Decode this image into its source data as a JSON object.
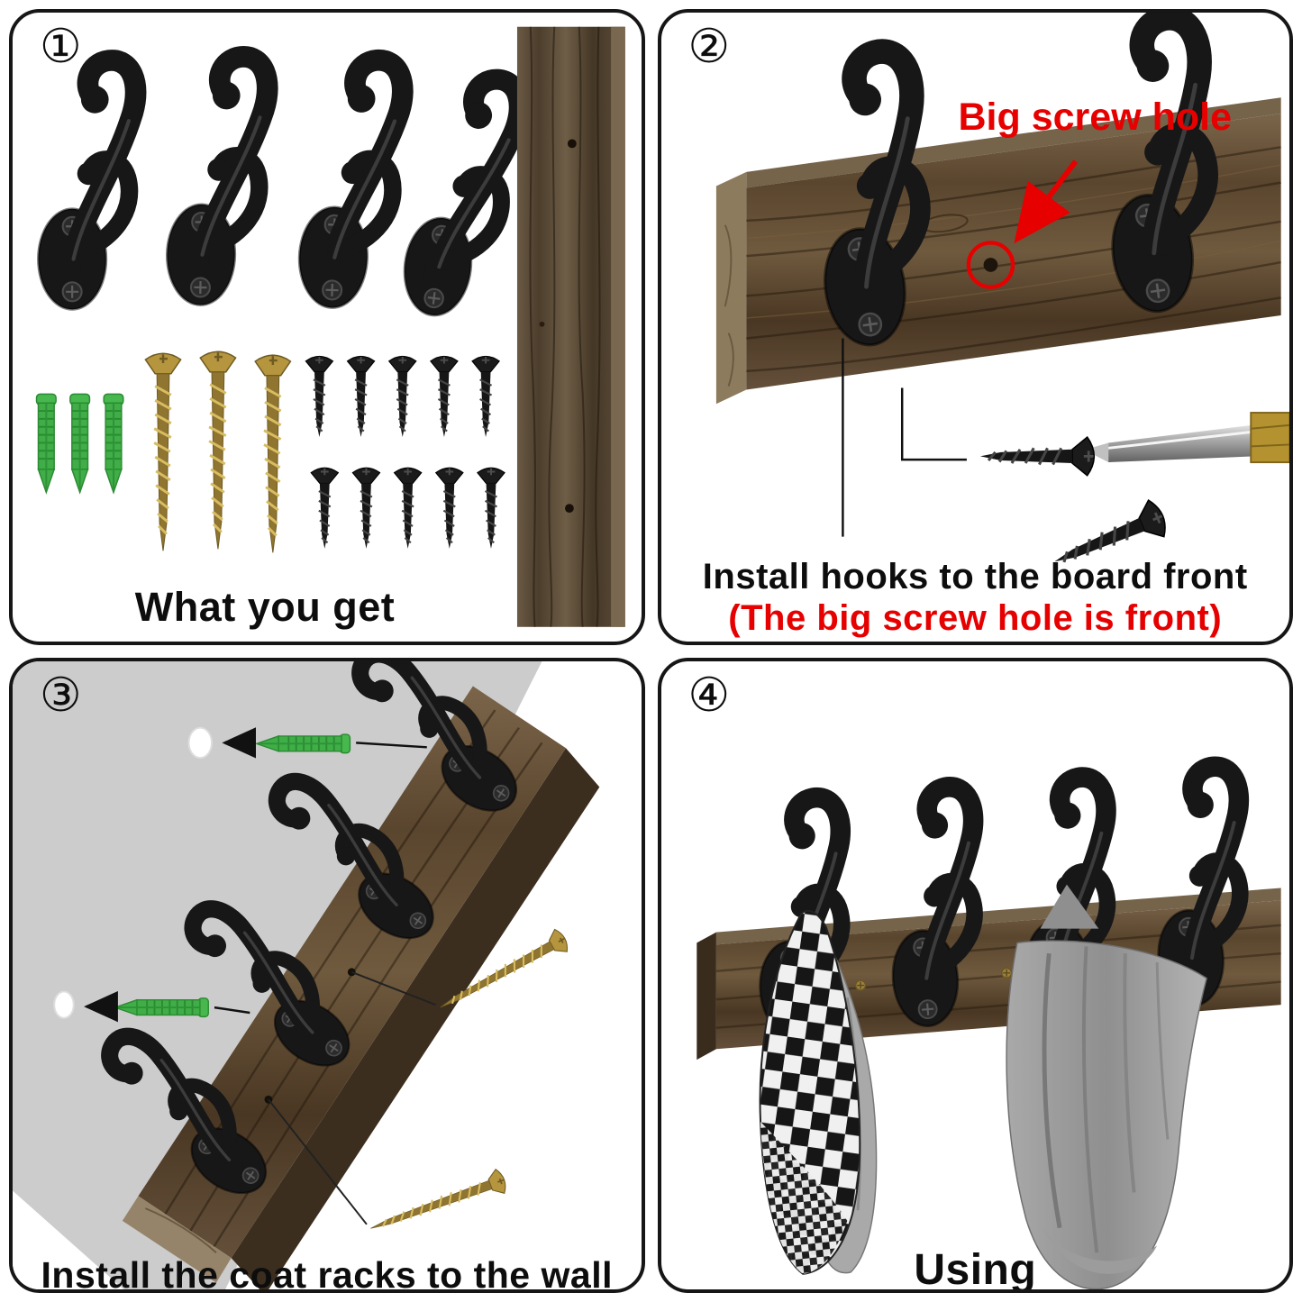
{
  "colors": {
    "hook_black": "#171717",
    "wood_brown": "#5d4a33",
    "anchor_green": "#3fae47",
    "screw_gold": "#b5953e",
    "accent_red": "#e60000",
    "wall_gray": "#cccccc",
    "background": "#ffffff"
  },
  "kit": {
    "hooks": 4,
    "wall_anchors": 3,
    "gold_screws": 3,
    "black_screws": 10,
    "boards": 1
  },
  "panels": {
    "p1": {
      "number": "①",
      "caption": "What you get"
    },
    "p2": {
      "number": "②",
      "callout": "Big screw hole",
      "caption_line1": "Install hooks to the board front",
      "caption_line2": "(The big screw hole is front)"
    },
    "p3": {
      "number": "③",
      "caption": "Install the coat racks to the wall"
    },
    "p4": {
      "number": "④",
      "caption": "Using"
    }
  }
}
